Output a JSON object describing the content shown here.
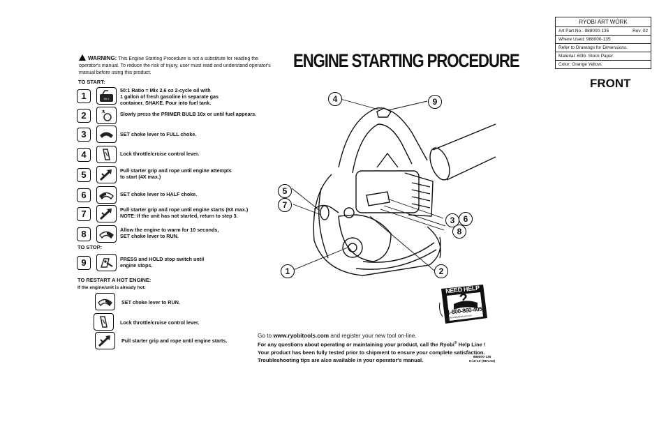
{
  "art_box": {
    "title": "RYOBI ART WORK",
    "art_part_no": "Art Part No.: 988000-135",
    "rev": "Rev. 02",
    "where_used": "Where Used: 988000-135",
    "drawings": "Refer to Drawings for Dimensions.",
    "material": "Material: 60lb. Stock Paper.",
    "color": "Color: Orange Yellow."
  },
  "front_label": "FRONT",
  "title": "ENGINE STARTING PROCEDURE",
  "warning": {
    "label": "WARNING:",
    "text": "This Engine Starting Procedure is not a substitute for reading the operator's manual. To reduce the risk of injury, user must read and understand operator's manual before using this product."
  },
  "to_start": {
    "heading": "TO START:",
    "steps": [
      {
        "num": "1",
        "lines": [
          "50:1 Ratio = Mix 2.6 oz 2-cycle oil with",
          "1 gallon of fresh gasoline in separate gas",
          "container. SHAKE. Pour into fuel tank."
        ],
        "icon": "fuel-can-icon"
      },
      {
        "num": "2",
        "lines": [
          "Slowly press the PRIMER BULB 10x or until fuel appears."
        ],
        "icon": "primer-bulb-icon"
      },
      {
        "num": "3",
        "lines": [
          "SET choke lever to FULL choke."
        ],
        "icon": "choke-full-icon"
      },
      {
        "num": "4",
        "lines": [
          "Lock throttle/cruise control lever."
        ],
        "icon": "throttle-lock-icon"
      },
      {
        "num": "5",
        "lines": [
          "Pull starter grip and rope until engine attempts",
          "to start (4X max.)"
        ],
        "icon": "starter-rope-icon"
      },
      {
        "num": "6",
        "lines": [
          "SET choke lever to HALF choke."
        ],
        "icon": "choke-half-icon"
      },
      {
        "num": "7",
        "lines": [
          "Pull starter grip and rope until engine starts (6X max.)",
          "NOTE: If the unit has not started, return to step 3."
        ],
        "icon": "starter-rope-icon"
      },
      {
        "num": "8",
        "lines": [
          "Allow the engine to warm for 10 seconds,",
          "SET choke lever to RUN."
        ],
        "icon": "choke-run-icon"
      }
    ]
  },
  "to_stop": {
    "heading": "TO STOP:",
    "step": {
      "num": "9",
      "lines": [
        "PRESS and HOLD stop switch until",
        "engine stops."
      ],
      "icon": "stop-switch-icon"
    }
  },
  "restart": {
    "heading": "TO RESTART A HOT ENGINE:",
    "sub": "If the engine/unit is already hot:",
    "steps": [
      {
        "lines": [
          "SET choke lever to RUN."
        ],
        "icon": "choke-run-icon"
      },
      {
        "lines": [
          "Lock throttle/cruise control lever."
        ],
        "icon": "throttle-lock-icon"
      },
      {
        "lines": [
          "Pull starter grip and rope until engine starts."
        ],
        "icon": "starter-rope-icon"
      }
    ]
  },
  "callouts": [
    "4",
    "9",
    "5",
    "7",
    "3",
    "6",
    "8",
    "1",
    "2"
  ],
  "help_badge": {
    "title": "NEED HELP",
    "phone": "1-800-860-4050",
    "mark": "?",
    "site": "theunitylubricant.com"
  },
  "footer": {
    "go_to": "Go to ",
    "url": "www.ryobitools.com",
    "register": " and register your new tool on-line.",
    "line2a": "For any questions about operating or maintaining your product, call the Ryobi",
    "line2sup": "®",
    "line2b": " Help Line !",
    "line3": "Your product has been fully tested prior to shipment to ensure your complete satisfaction.",
    "line4": "Troubleshooting tips are also available in your operator's manual."
  },
  "code": {
    "part": "988000-135",
    "date": "8-18-10 (REV.02)"
  }
}
